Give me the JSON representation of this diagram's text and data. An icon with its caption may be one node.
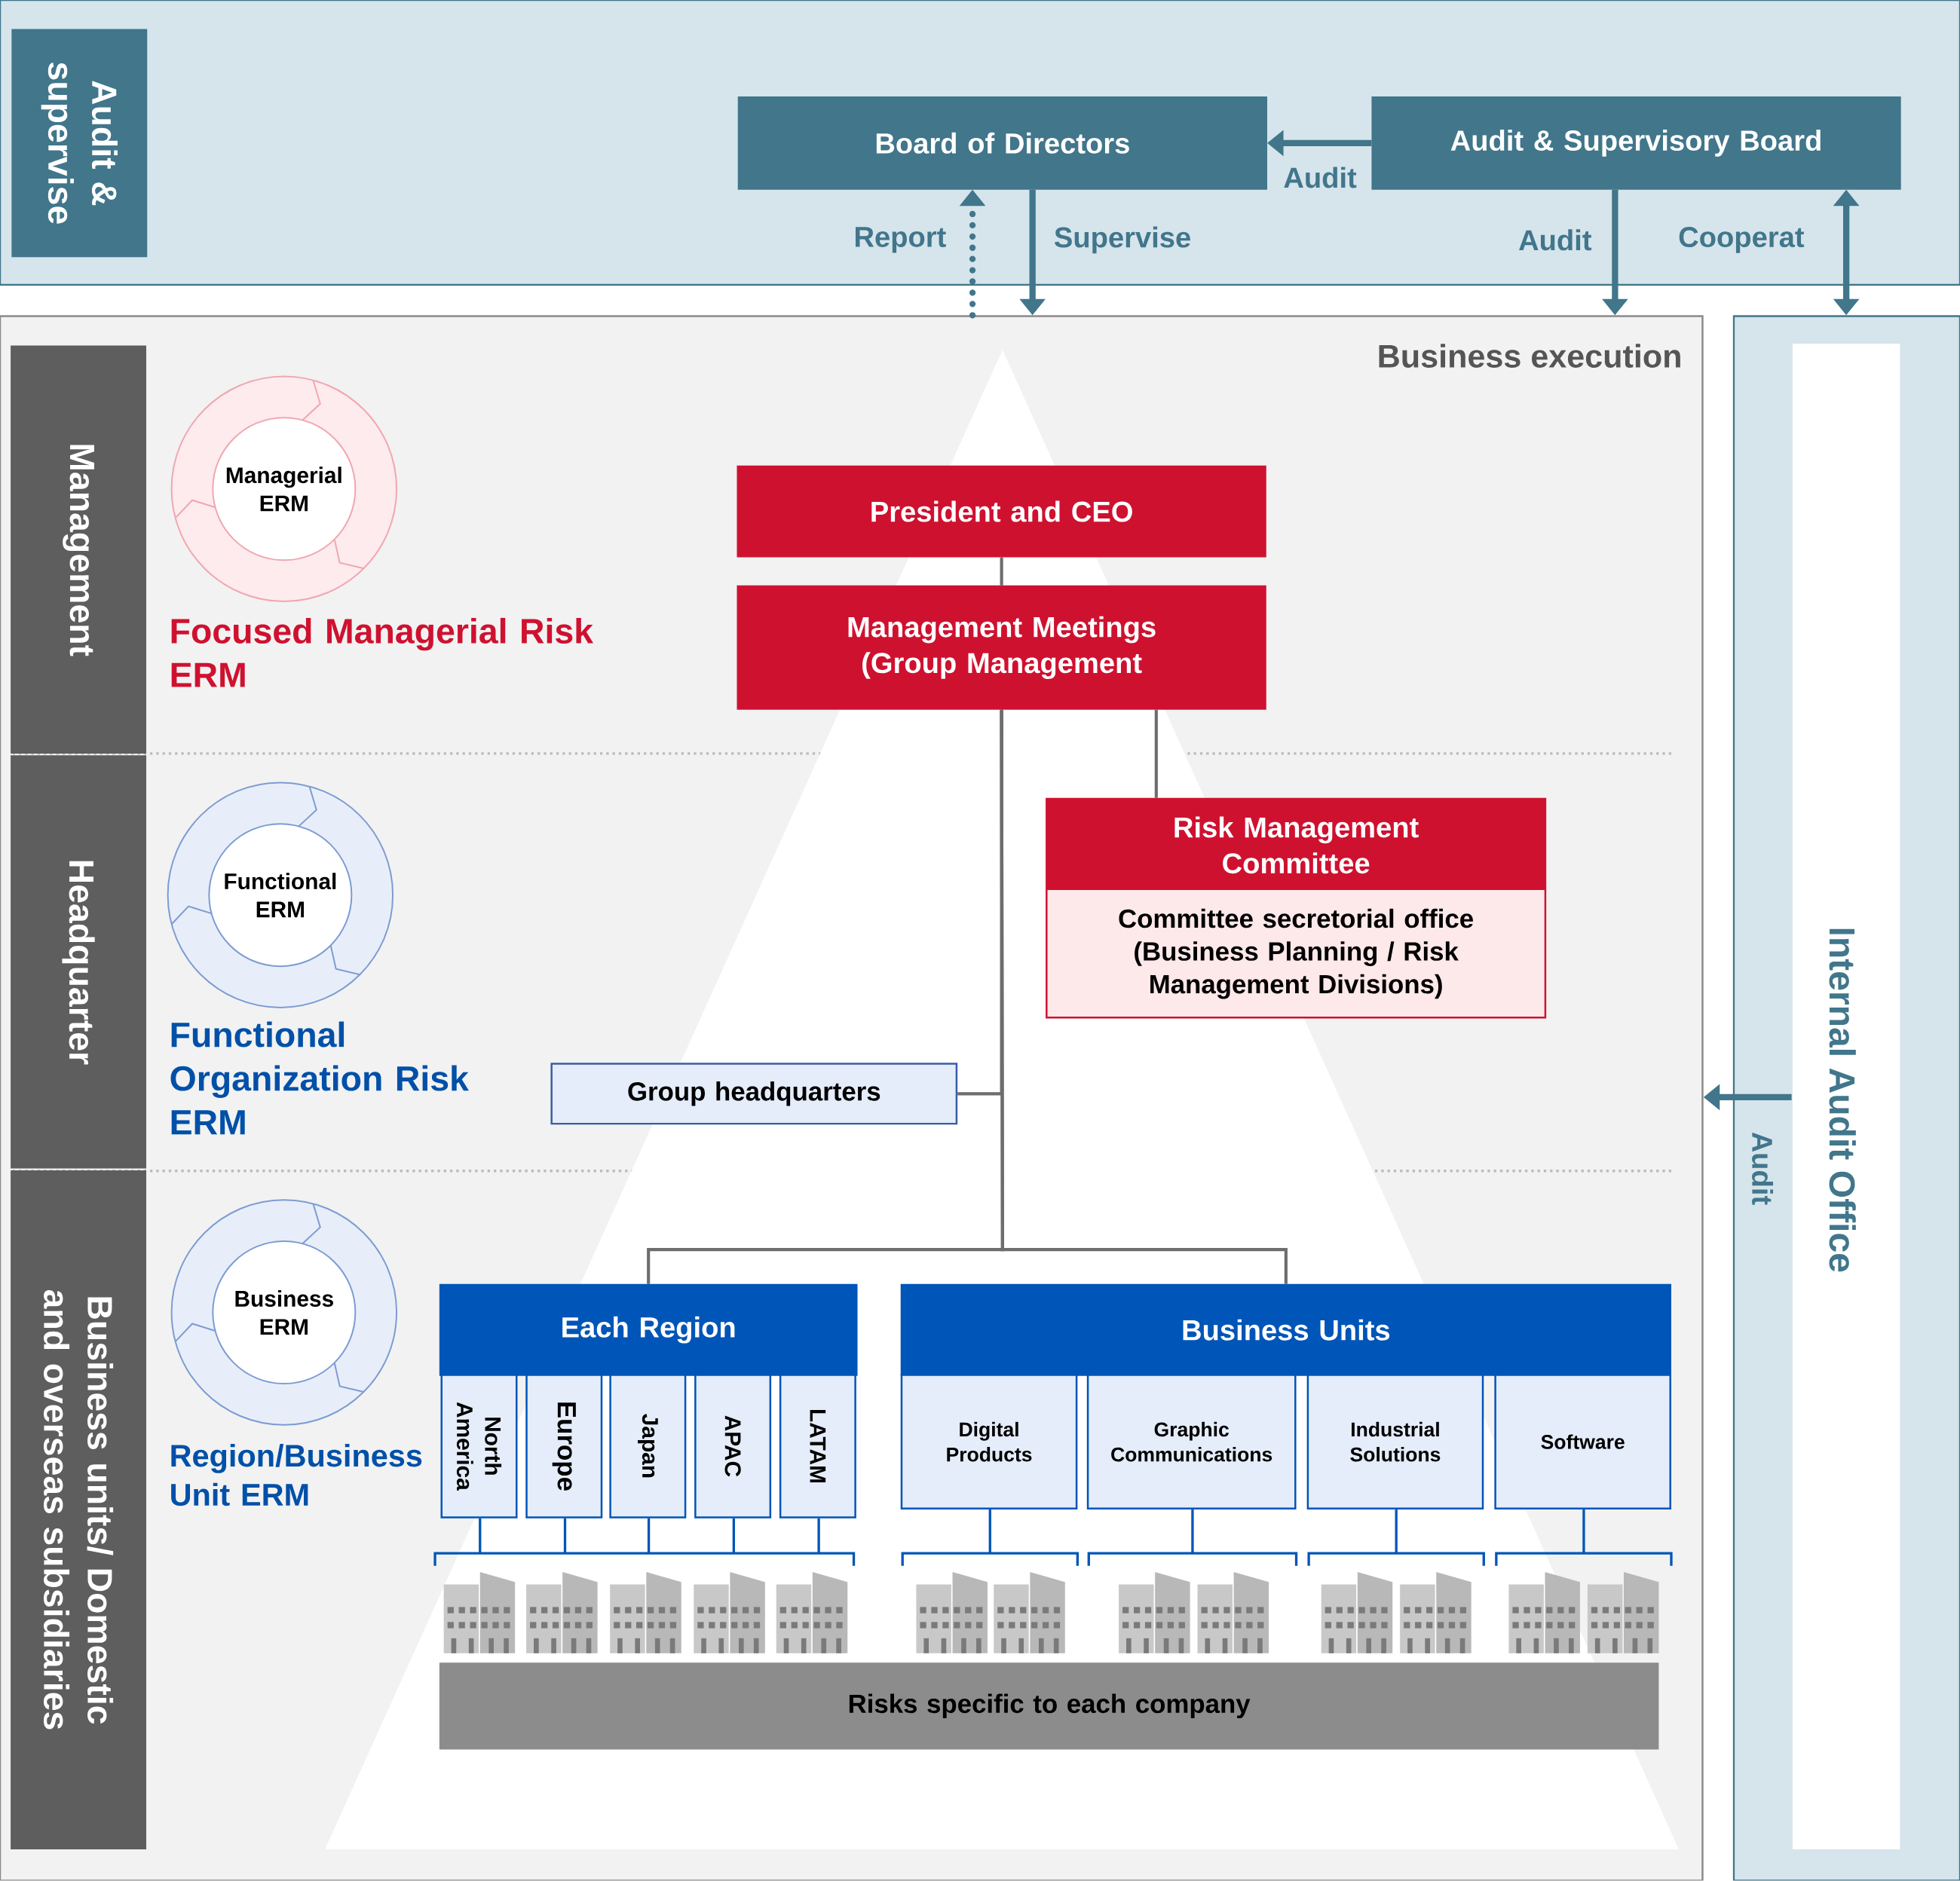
{
  "diagram": {
    "nodes": [
      {
        "text": [
          "Audit & supervise"
        ]
      },
      {
        "text": [
          "Board of Directors"
        ]
      },
      {
        "text": [
          "Audit & Supervisory Board"
        ]
      },
      {
        "text": [
          "Business execution"
        ]
      },
      {
        "text": [
          "Internal Audit Office"
        ]
      },
      {
        "text": [
          "Management"
        ],
        "in": 3
      },
      {
        "text": [
          "Headquarter"
        ],
        "in": 3
      },
      {
        "text": [
          "Business units/ Domestic and overseas subsidiaries"
        ],
        "in": 3
      },
      {
        "text": [
          "Managerial ERM"
        ],
        "in": 3,
        "beside": [
          "Focused Managerial Risk ERM"
        ]
      },
      {
        "text": [
          "Functional ERM"
        ],
        "in": 3,
        "beside": [
          "Functional Organization Risk ERM"
        ]
      },
      {
        "text": [
          "Business ERM"
        ],
        "in": 3,
        "beside": [
          "Region/Business Unit ERM"
        ]
      },
      {
        "text": [
          "President and CEO"
        ],
        "in": 3
      },
      {
        "text": [
          "Management Meetings (Group Management"
        ],
        "in": 3
      },
      {
        "text": [
          "Risk Management Committee",
          "Committee secretorial office (Business Planning / Risk Management Divisions)"
        ],
        "in": 3
      },
      {
        "text": [
          "Group headquarters"
        ],
        "in": 3
      },
      {
        "text": [
          "Each Region"
        ],
        "in": 3
      },
      {
        "text": [
          "North America"
        ],
        "in": 3
      },
      {
        "text": [
          "Europe"
        ],
        "in": 3
      },
      {
        "text": [
          "Japan"
        ],
        "in": 3
      },
      {
        "text": [
          "APAC"
        ],
        "in": 3
      },
      {
        "text": [
          "LATAM"
        ],
        "in": 3
      },
      {
        "text": [
          "Business Units"
        ],
        "in": 3
      },
      {
        "text": [
          "Digital Products"
        ],
        "in": 3
      },
      {
        "text": [
          "Graphic Communications"
        ],
        "in": 3
      },
      {
        "text": [
          "Industrial Solutions"
        ],
        "in": 3
      },
      {
        "text": [
          "Software"
        ],
        "in": 3
      },
      {
        "text": [
          "Risks specific to each company"
        ],
        "in": 3
      }
    ],
    "edges": [
      {
        "from": 2,
        "to": 1,
        "arrow": "to",
        "label": "Audit"
      },
      {
        "from": 1,
        "to": 3,
        "arrow": "to",
        "label": "Supervise"
      },
      {
        "from": 3,
        "to": 1,
        "arrow": "to",
        "label": "Report",
        "style": "dashed"
      },
      {
        "from": 2,
        "to": 3,
        "arrow": "to",
        "label": "Audit"
      },
      {
        "from": 2,
        "to": 4,
        "arrow": "both",
        "label": "Cooperat"
      },
      {
        "from": 4,
        "to": 3,
        "arrow": "to",
        "label": "Audit"
      },
      {
        "from": 11,
        "to": 12,
        "arrow": "none",
        "color": "#6d6d6d"
      },
      {
        "from": 12,
        "to": 13,
        "arrow": "none",
        "color": "#6d6d6d"
      },
      {
        "from": 12,
        "to": 14,
        "arrow": "none",
        "color": "#6d6d6d"
      },
      {
        "from": 12,
        "to": 15,
        "arrow": "none",
        "color": "#6d6d6d"
      },
      {
        "from": 12,
        "to": 21,
        "arrow": "none",
        "color": "#6d6d6d"
      }
    ]
  }
}
